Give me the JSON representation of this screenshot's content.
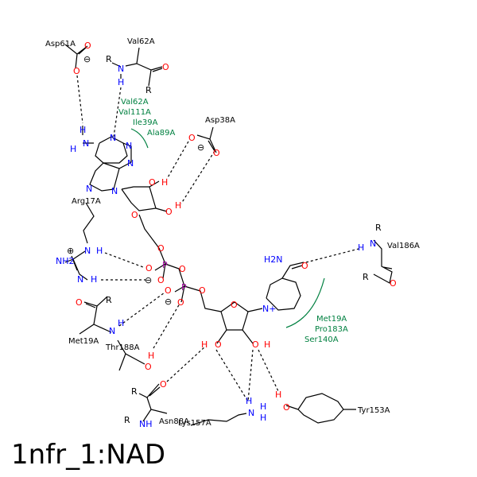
{
  "title": "1nfr_1:NAD",
  "colors": {
    "bond": "#000000",
    "nitrogen": "#0000ff",
    "oxygen": "#ff0000",
    "phosphorus": "#a000a0",
    "hydrophobic": "#008040"
  },
  "labels": {
    "asp61a": "Asp61A",
    "val62a": "Val62A",
    "asp38a": "Asp38A",
    "arg17a": "Arg17A",
    "val186a": "Val186A",
    "met19a": "Met19A",
    "thr188a": "Thr188A",
    "asn88a": "Asn88A",
    "lys157a": "Lys157A",
    "tyr153a": "Tyr153A"
  },
  "hydrophobic": {
    "adenine_contacts": [
      "Val62A",
      "Val111A",
      "Ile39A",
      "Ala89A"
    ],
    "nicotinamide_contacts": [
      "Met19A",
      "Pro183A",
      "Ser140A"
    ]
  },
  "atoms": {
    "n": "N",
    "h": "H",
    "o": "O",
    "p": "P",
    "r": "R",
    "nh": "NH",
    "nh2": "NH2",
    "h2n": "H2N",
    "oh": "OH",
    "ho": "HO",
    "minus": "⊖",
    "plus": "⊕",
    "nplus": "N+"
  }
}
